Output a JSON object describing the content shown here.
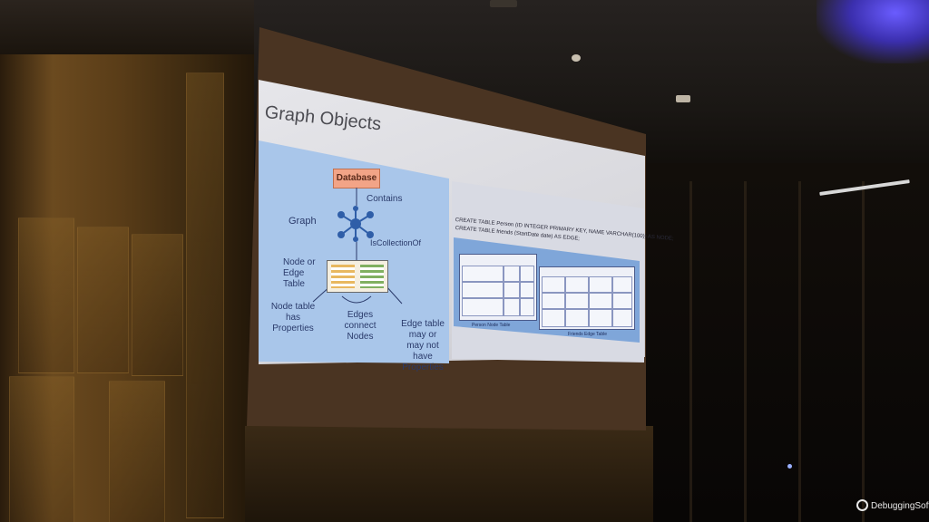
{
  "slide": {
    "title": "Graph Objects",
    "database_label": "Database",
    "contains_label": "Contains",
    "graph_label": "Graph",
    "iscollectionof_label": "IsCollectionOf",
    "node_edge_label": "Node or Edge Table",
    "node_table_label": "Node table has Properties",
    "edges_connect_label": "Edges connect Nodes",
    "edge_table_label": "Edge table may or may not have Properties",
    "code_line_1": "CREATE TABLE Person (ID INTEGER PRIMARY KEY, NAME VARCHAR(100)) AS NODE;",
    "code_line_2": "CREATE TABLE friends (StartDate date) AS EDGE;",
    "person_caption": "Person Node Table",
    "friends_caption": "Friends Edge Table"
  },
  "watermark": {
    "text": "DebuggingSoft"
  },
  "colors": {
    "slide_bg": "#e0e0e4",
    "diagram_bg": "#a9c6ea",
    "database_box": "#f2a487",
    "tables_bg": "#7fa6d9",
    "screen_frame": "#4a3422",
    "wall_wood": "#6b4a1f"
  }
}
